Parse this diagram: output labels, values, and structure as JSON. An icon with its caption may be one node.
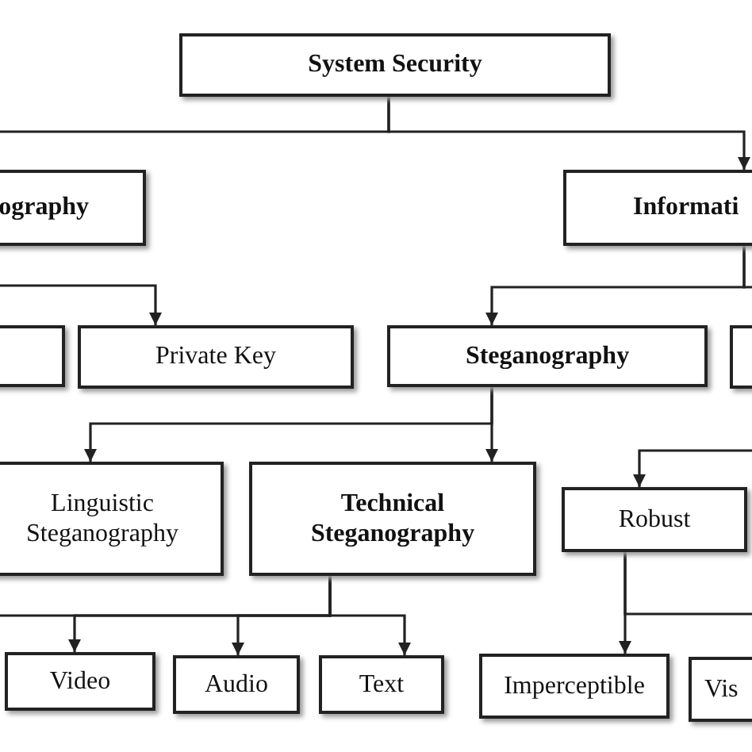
{
  "diagram": {
    "nodes": [
      {
        "text": [
          "System Security"
        ]
      },
      {
        "text": [
          "ography"
        ]
      },
      {
        "text": [
          "Informati"
        ]
      },
      {
        "text": [],
        "shape": "box"
      },
      {
        "text": [
          "Private Key"
        ]
      },
      {
        "text": [
          "Steganography"
        ]
      },
      {
        "text": [],
        "shape": "box"
      },
      {
        "text": [
          "Linguistic Steganography"
        ]
      },
      {
        "text": [
          "Technical Steganography"
        ]
      },
      {
        "text": [
          "Robust"
        ]
      },
      {
        "text": [
          "Video"
        ]
      },
      {
        "text": [
          "Audio"
        ]
      },
      {
        "text": [
          "Text"
        ]
      },
      {
        "text": [
          "Imperceptible"
        ]
      },
      {
        "text": [
          "Vis"
        ]
      }
    ],
    "edges": [
      {
        "from": 0,
        "to": 1,
        "arrow": "none"
      },
      {
        "from": 0,
        "to": 2,
        "arrow": "to"
      },
      {
        "from": 1,
        "to": 4,
        "arrow": "to"
      },
      {
        "from": 2,
        "to": 5,
        "arrow": "to"
      },
      {
        "from": 2,
        "to": 6,
        "arrow": "none"
      },
      {
        "from": 5,
        "to": 7,
        "arrow": "to"
      },
      {
        "from": 5,
        "to": 8,
        "arrow": "to"
      },
      {
        "from": 8,
        "to": null,
        "arrow": "none"
      },
      {
        "from": 8,
        "to": 10,
        "arrow": "to"
      },
      {
        "from": 8,
        "to": 11,
        "arrow": "to"
      },
      {
        "from": 8,
        "to": 12,
        "arrow": "to"
      },
      {
        "from": null,
        "to": 9,
        "arrow": "to"
      },
      {
        "from": 9,
        "to": 13,
        "arrow": "to"
      },
      {
        "from": 9,
        "to": null,
        "arrow": "none"
      }
    ]
  }
}
